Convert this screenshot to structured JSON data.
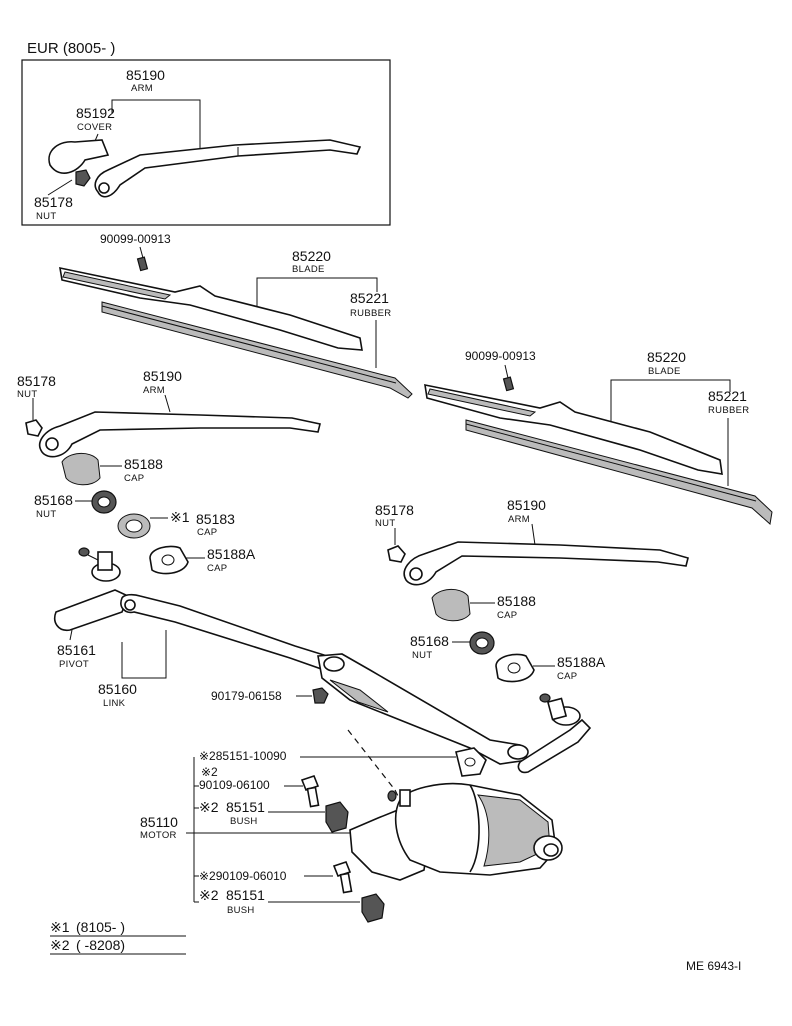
{
  "inset": {
    "title": "EUR (8005-        )",
    "arm_pn": "85190",
    "arm_nm": "ARM",
    "cover_pn": "85192",
    "cover_nm": "COVER",
    "nut_pn": "85178",
    "nut_nm": "NUT"
  },
  "left_blade": {
    "screw_pn": "90099-00913",
    "blade_pn": "85220",
    "blade_nm": "BLADE",
    "rubber_pn": "85221",
    "rubber_nm": "RUBBER"
  },
  "right_blade": {
    "screw_pn": "90099-00913",
    "blade_pn": "85220",
    "blade_nm": "BLADE",
    "rubber_pn": "85221",
    "rubber_nm": "RUBBER"
  },
  "left_arm": {
    "nut_pn": "85178",
    "nut_nm": "NUT",
    "arm_pn": "85190",
    "arm_nm": "ARM",
    "cap_pn": "85188",
    "cap_nm": "CAP",
    "nut2_pn": "85168",
    "nut2_nm": "NUT",
    "cap2_mark": "※1",
    "cap2_pn": "85183",
    "cap2_nm": "CAP",
    "cap3_pn": "85188A",
    "cap3_nm": "CAP"
  },
  "right_arm": {
    "nut_pn": "85178",
    "nut_nm": "NUT",
    "arm_pn": "85190",
    "arm_nm": "ARM",
    "cap_pn": "85188",
    "cap_nm": "CAP",
    "nut2_pn": "85168",
    "nut2_nm": "NUT",
    "cap3_pn": "85188A",
    "cap3_nm": "CAP"
  },
  "linkage": {
    "pivot_pn": "85161",
    "pivot_nm": "PIVOT",
    "link_pn": "85160",
    "link_nm": "LINK",
    "nut_pn": "90179-06158"
  },
  "motor": {
    "motor_pn": "85110",
    "motor_nm": "MOTOR",
    "bracket_pn": "※285151-10090",
    "bolt1_mark": "※2",
    "bolt1_pn": "90109-06100",
    "bush1_mark": "※2",
    "bush1_pn": "85151",
    "bush1_nm": "BUSH",
    "bolt2_pn": "※290109-06010",
    "bush2_mark": "※2",
    "bush2_pn": "85151",
    "bush2_nm": "BUSH"
  },
  "notes": {
    "n1_mark": "※1",
    "n1_text": "(8105-        )",
    "n2_mark": "※2",
    "n2_text": "(        -8208)"
  },
  "footer": {
    "ref": "ME  6943-I"
  }
}
